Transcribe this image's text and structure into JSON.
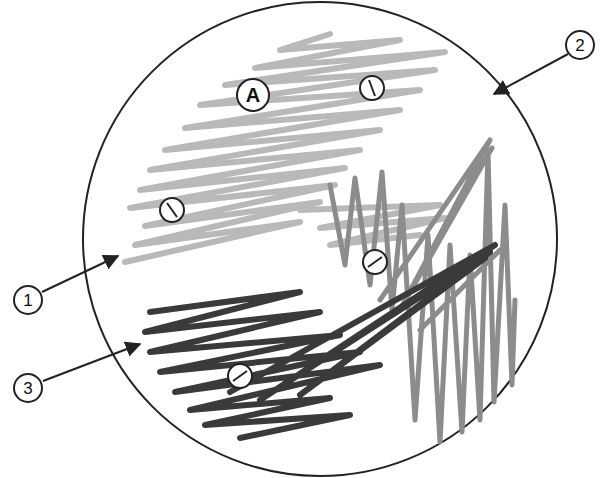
{
  "diagram": {
    "labels": [
      "A",
      "1",
      "2",
      "3"
    ]
  }
}
